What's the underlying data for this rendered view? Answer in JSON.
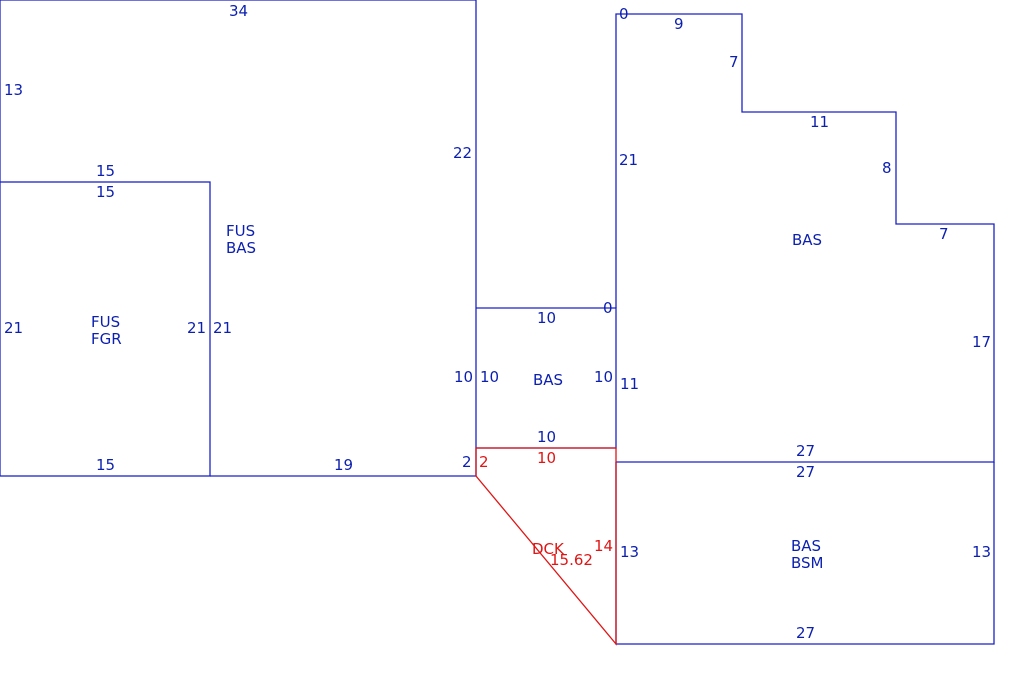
{
  "colors": {
    "structure": "#1a22c8",
    "label": "#0b1fb0",
    "deck": "#e01515"
  },
  "areas": {
    "fus_bas": [
      "FUS",
      "BAS"
    ],
    "fus_fgr": [
      "FUS",
      "FGR"
    ],
    "bas_small": "BAS",
    "bas_right": "BAS",
    "bas_bsm": [
      "BAS",
      "BSM"
    ],
    "dck": "DCK"
  },
  "dims": {
    "top_34": "34",
    "left_13": "13",
    "gar_top_outer": "15",
    "gar_top_inner": "15",
    "fus_right_22": "22",
    "gar_left_21": "21",
    "gar_right_21a": "21",
    "gar_right_21b": "21",
    "gar_bottom_15": "15",
    "fus_bottom_19": "19",
    "notch_2": "2",
    "small_top_10": "10",
    "small_zero": "0",
    "small_left_10a": "10",
    "small_left_10b": "10",
    "small_right_10": "10",
    "small_bottom_10": "10",
    "r_zero_top": "0",
    "r_top_9": "9",
    "r_step_7": "7",
    "r_step_11": "11",
    "r_step_8": "8",
    "r_step_7b": "7",
    "r_left_21": "21",
    "r_left_11": "11",
    "r_right_17": "17",
    "r_bottom_27": "27",
    "bsm_top_27": "27",
    "bsm_left_13": "13",
    "bsm_right_13": "13",
    "bsm_bottom_27": "27"
  },
  "deck_dims": {
    "dck_2": "2",
    "dck_top_10": "10",
    "dck_right_14": "14",
    "dck_diag": "15.62"
  }
}
